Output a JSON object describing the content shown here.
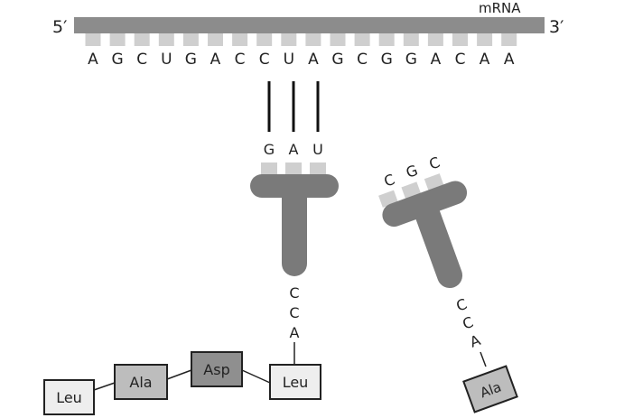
{
  "mrna": {
    "five_prime": "5′",
    "three_prime": "3′",
    "label": "mRNA",
    "bases": [
      "A",
      "G",
      "C",
      "U",
      "G",
      "A",
      "C",
      "C",
      "U",
      "A",
      "G",
      "C",
      "G",
      "G",
      "A",
      "C",
      "A",
      "A"
    ]
  },
  "trna_bound": {
    "anticodon": [
      "G",
      "A",
      "U"
    ],
    "acceptor": [
      "C",
      "C",
      "A"
    ]
  },
  "trna_free": {
    "anticodon": [
      "C",
      "G",
      "C"
    ],
    "acceptor": [
      "C",
      "C",
      "A"
    ],
    "amino_acid": "Ala"
  },
  "peptide": [
    "Leu",
    "Ala",
    "Asp",
    "Leu"
  ],
  "colors": {
    "strand": "#8c8c8c",
    "base_tab": "#cfcfcf",
    "trna": "#7a7a7a",
    "leu_box": "#eeeeee",
    "ala_box": "#bdbdbd",
    "asp_box": "#8f8f8f"
  }
}
